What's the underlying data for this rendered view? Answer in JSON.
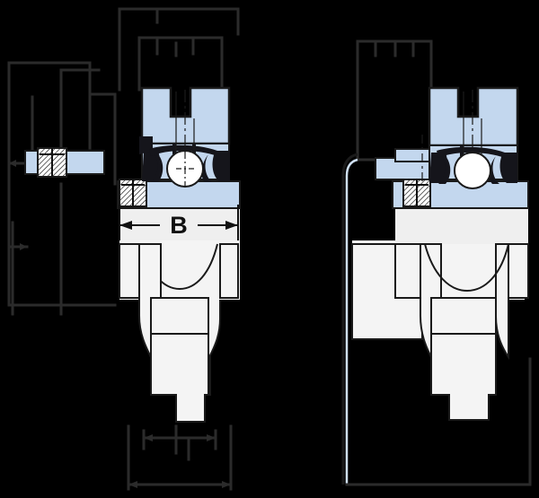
{
  "drawing": {
    "title": "Bearing unit cross-section drawing",
    "type": "engineering-cross-section",
    "background_color": "#000000",
    "colors": {
      "background": "#000000",
      "section_blue": "#c3d7ee",
      "section_blue_dark": "#aec7e3",
      "housing_white": "#f4f4f4",
      "housing_grey": "#e9e9e9",
      "outline": "#1a1a1a",
      "dimension_line": "#2b2b2b",
      "centerline": "#1a1a1a",
      "ball_white": "#ffffff",
      "seal_dark": "#15151b"
    },
    "labels": {
      "dimension_b": "B"
    },
    "views": [
      {
        "name": "left-view",
        "description": "Pillow block bearing unit, section view with B width dimension"
      },
      {
        "name": "right-view",
        "description": "Pillow block bearing unit with extended flange and leader line"
      }
    ],
    "components": [
      {
        "name": "detail-grub-screw",
        "description": "Set screw detail with cross-hatched section"
      },
      {
        "name": "bearing-ball",
        "description": "Rolling element ball shown in white with centerlines"
      },
      {
        "name": "inner-ring",
        "description": "Inner ring of bearing, blue sectioned"
      },
      {
        "name": "outer-ring",
        "description": "Outer ring of bearing, blue sectioned"
      },
      {
        "name": "housing-base",
        "description": "Cast iron housing base, white"
      },
      {
        "name": "seal",
        "description": "Dark contact seal on both sides of bearing"
      }
    ]
  }
}
